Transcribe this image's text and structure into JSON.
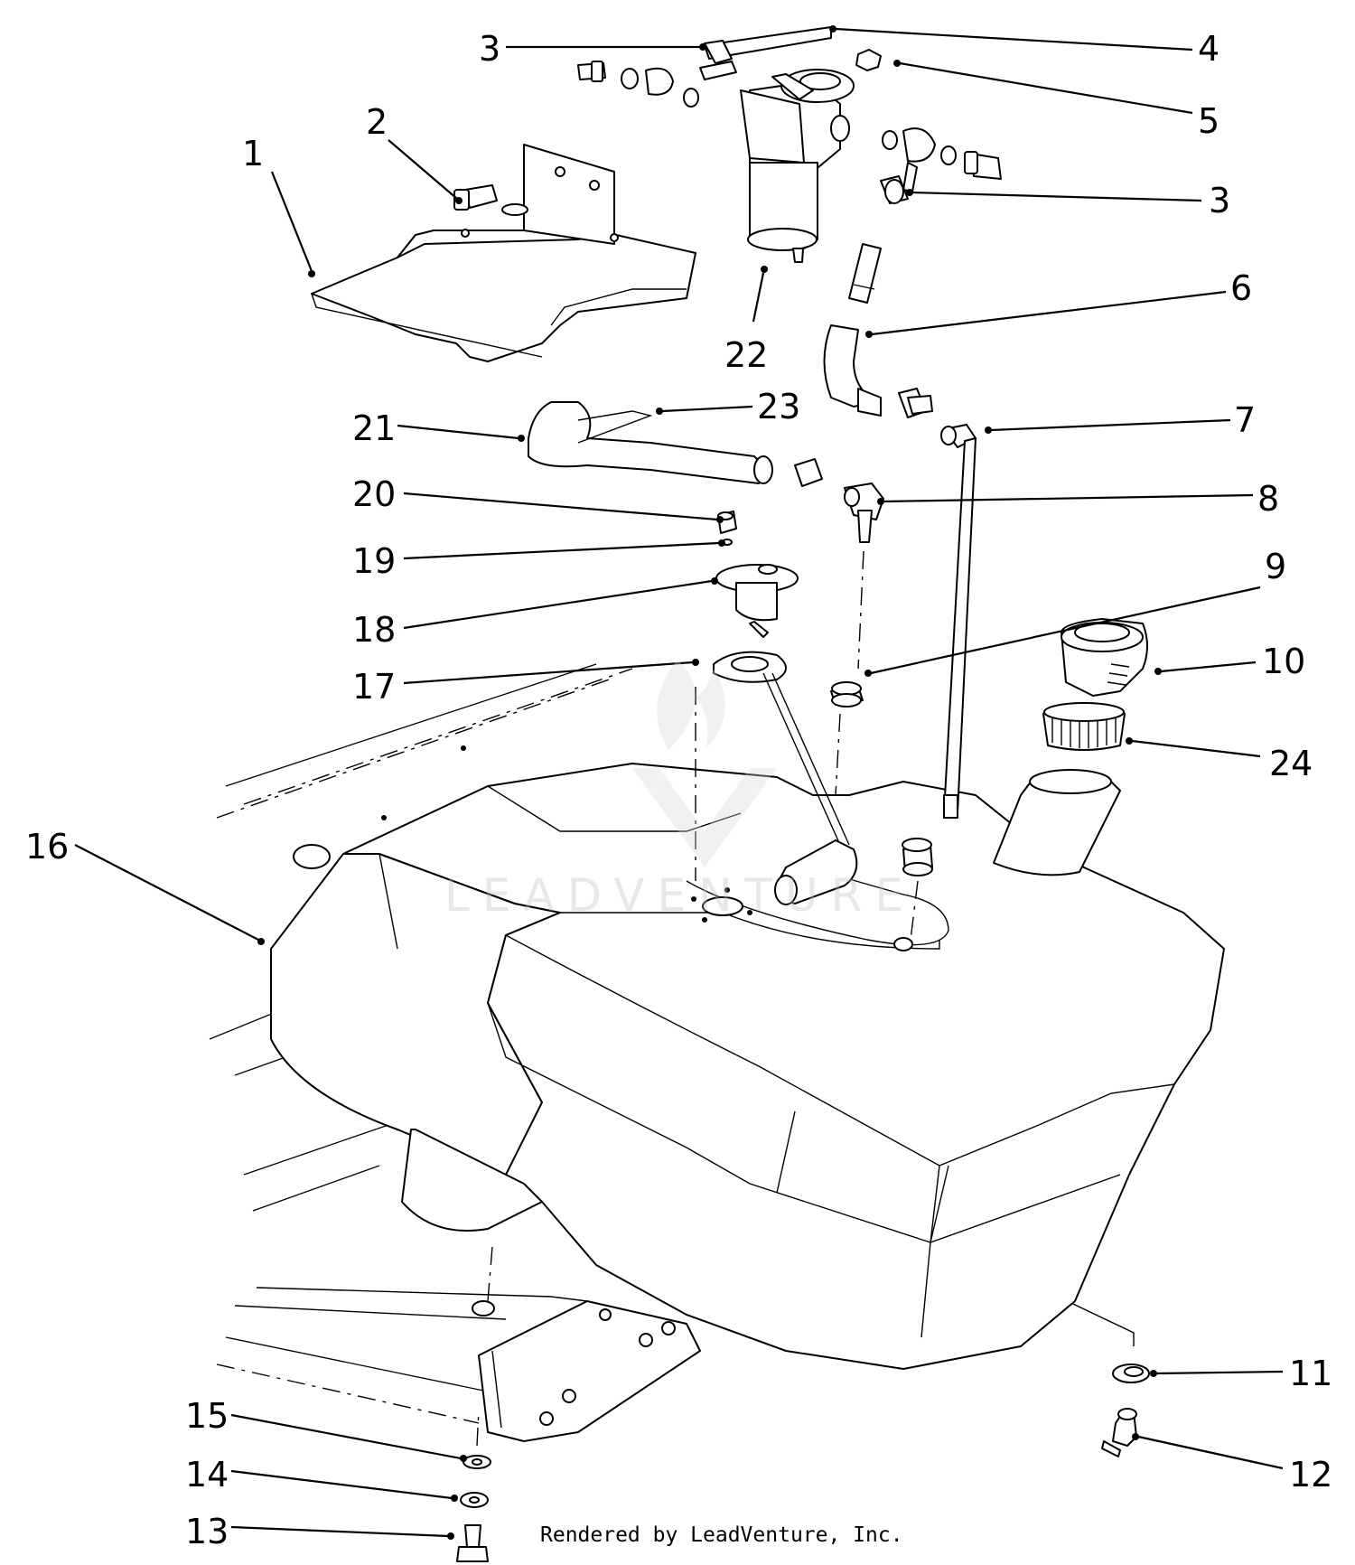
{
  "callouts": [
    {
      "id": "1",
      "text": "1"
    },
    {
      "id": "2",
      "text": "2"
    },
    {
      "id": "3a",
      "text": "3"
    },
    {
      "id": "4",
      "text": "4"
    },
    {
      "id": "5",
      "text": "5"
    },
    {
      "id": "3b",
      "text": "3"
    },
    {
      "id": "6",
      "text": "6"
    },
    {
      "id": "7",
      "text": "7"
    },
    {
      "id": "8",
      "text": "8"
    },
    {
      "id": "9",
      "text": "9"
    },
    {
      "id": "10",
      "text": "10"
    },
    {
      "id": "24",
      "text": "24"
    },
    {
      "id": "22",
      "text": "22"
    },
    {
      "id": "23",
      "text": "23"
    },
    {
      "id": "21",
      "text": "21"
    },
    {
      "id": "20",
      "text": "20"
    },
    {
      "id": "19",
      "text": "19"
    },
    {
      "id": "18",
      "text": "18"
    },
    {
      "id": "17",
      "text": "17"
    },
    {
      "id": "16",
      "text": "16"
    },
    {
      "id": "11",
      "text": "11"
    },
    {
      "id": "12",
      "text": "12"
    },
    {
      "id": "15",
      "text": "15"
    },
    {
      "id": "14",
      "text": "14"
    },
    {
      "id": "13",
      "text": "13"
    }
  ],
  "watermark": "LEADVENTURE",
  "credit": "Rendered by LeadVenture, Inc."
}
